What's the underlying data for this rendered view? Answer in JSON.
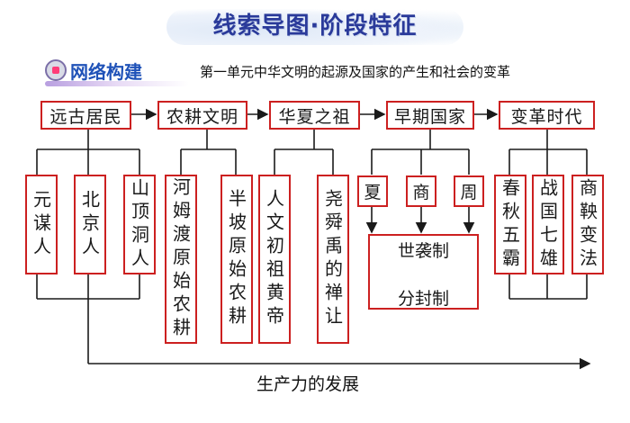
{
  "banner": {
    "title": "线索导图·阶段特征"
  },
  "section": {
    "label": "网络构建",
    "subtitle": "第一单元中华文明的起源及国家的产生和社会的变革"
  },
  "top_row": [
    "远古居民",
    "农耕文明",
    "华夏之祖",
    "早期国家",
    "变革时代"
  ],
  "groups": {
    "residents": [
      "元谋人",
      "北京人",
      "山顶洞人"
    ],
    "farming": [
      "河姆渡原始农耕",
      "半坡原始农耕"
    ],
    "ancestors": [
      "人文初祖黄帝",
      "尧舜禹的禅让"
    ],
    "dynasties": [
      "夏",
      "商",
      "周"
    ],
    "institution": {
      "line1": "世袭制",
      "line2": "分封制"
    },
    "reform": [
      "春秋五霸",
      "战国七雄",
      "商鞅变法"
    ]
  },
  "bottom": {
    "label": "生产力的发展"
  },
  "colors": {
    "box_border": "#cc2020",
    "title": "#2a3a9a",
    "section": "#1f52b8"
  }
}
